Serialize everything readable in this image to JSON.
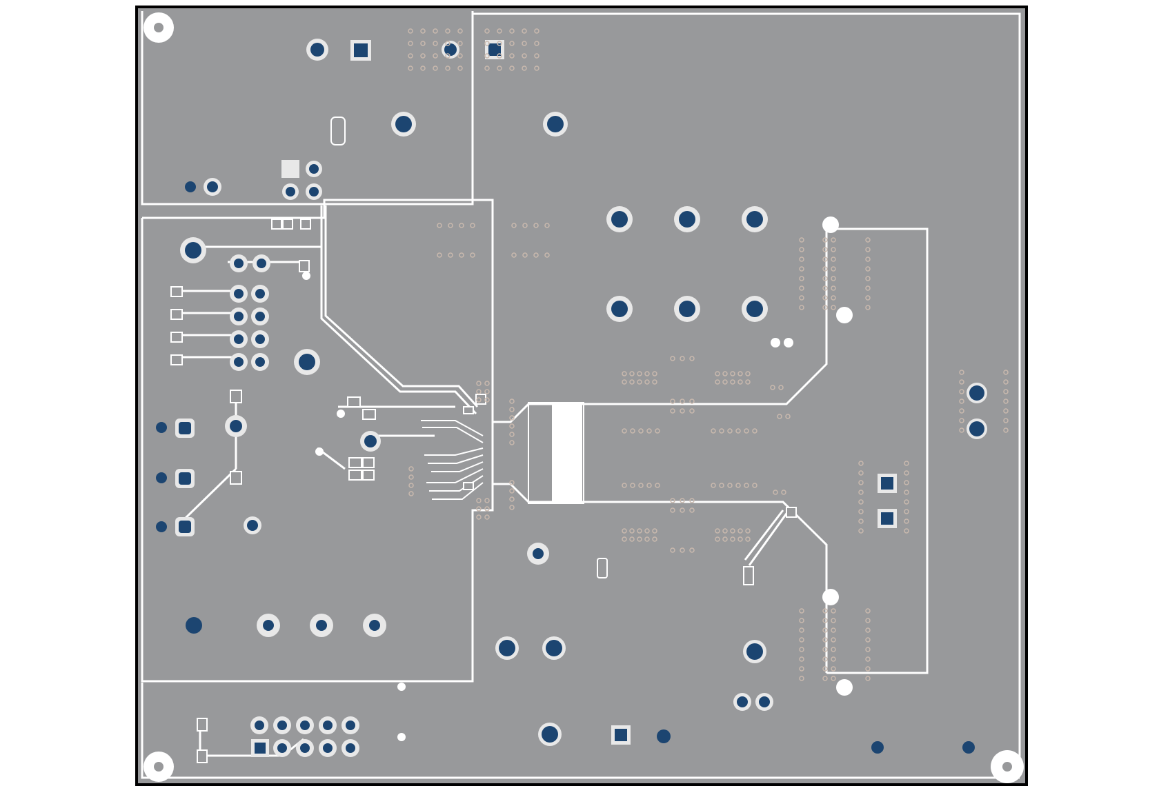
{
  "colors": {
    "background": "#ffffff",
    "board_fill": "#98999b",
    "board_border": "#000000",
    "trace": "#ffffff",
    "via_pad": "#1c4571",
    "pad_ring": "#e8e8e8",
    "small_via": "#c9b9ae",
    "copper_gap": "#ffffff"
  },
  "board": {
    "layer": "pcb-bottom-copper-layer",
    "features": [
      "mounting-hole",
      "through-hole-pad",
      "square-pad",
      "stitching-via",
      "signal-trace",
      "copper-pour-boundary",
      "ic-footprint",
      "solder-pad"
    ]
  }
}
